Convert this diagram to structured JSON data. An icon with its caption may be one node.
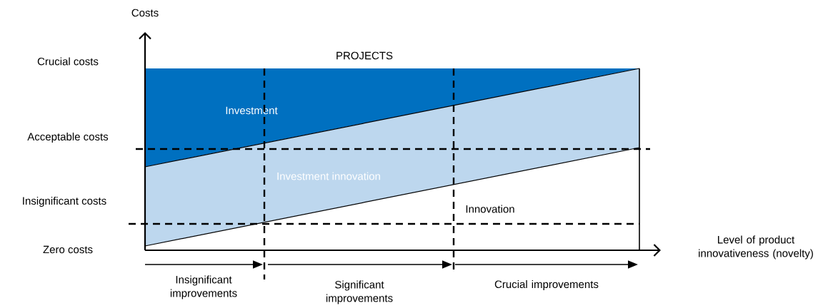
{
  "diagram": {
    "nodes": [
      {
        "text": [
          "Investment"
        ]
      },
      {
        "text": [
          "Investment innovation"
        ]
      }
    ],
    "edges": [],
    "labels": [
      "Costs",
      "Crucial costs",
      "PROJECTS",
      "Acceptable costs",
      "Insignificant costs",
      "Innovation",
      "Zero costs",
      "Level of product innovativeness (novelty)",
      "Insignificant improvements",
      "Significant improvements",
      "Crucial improvements"
    ]
  }
}
